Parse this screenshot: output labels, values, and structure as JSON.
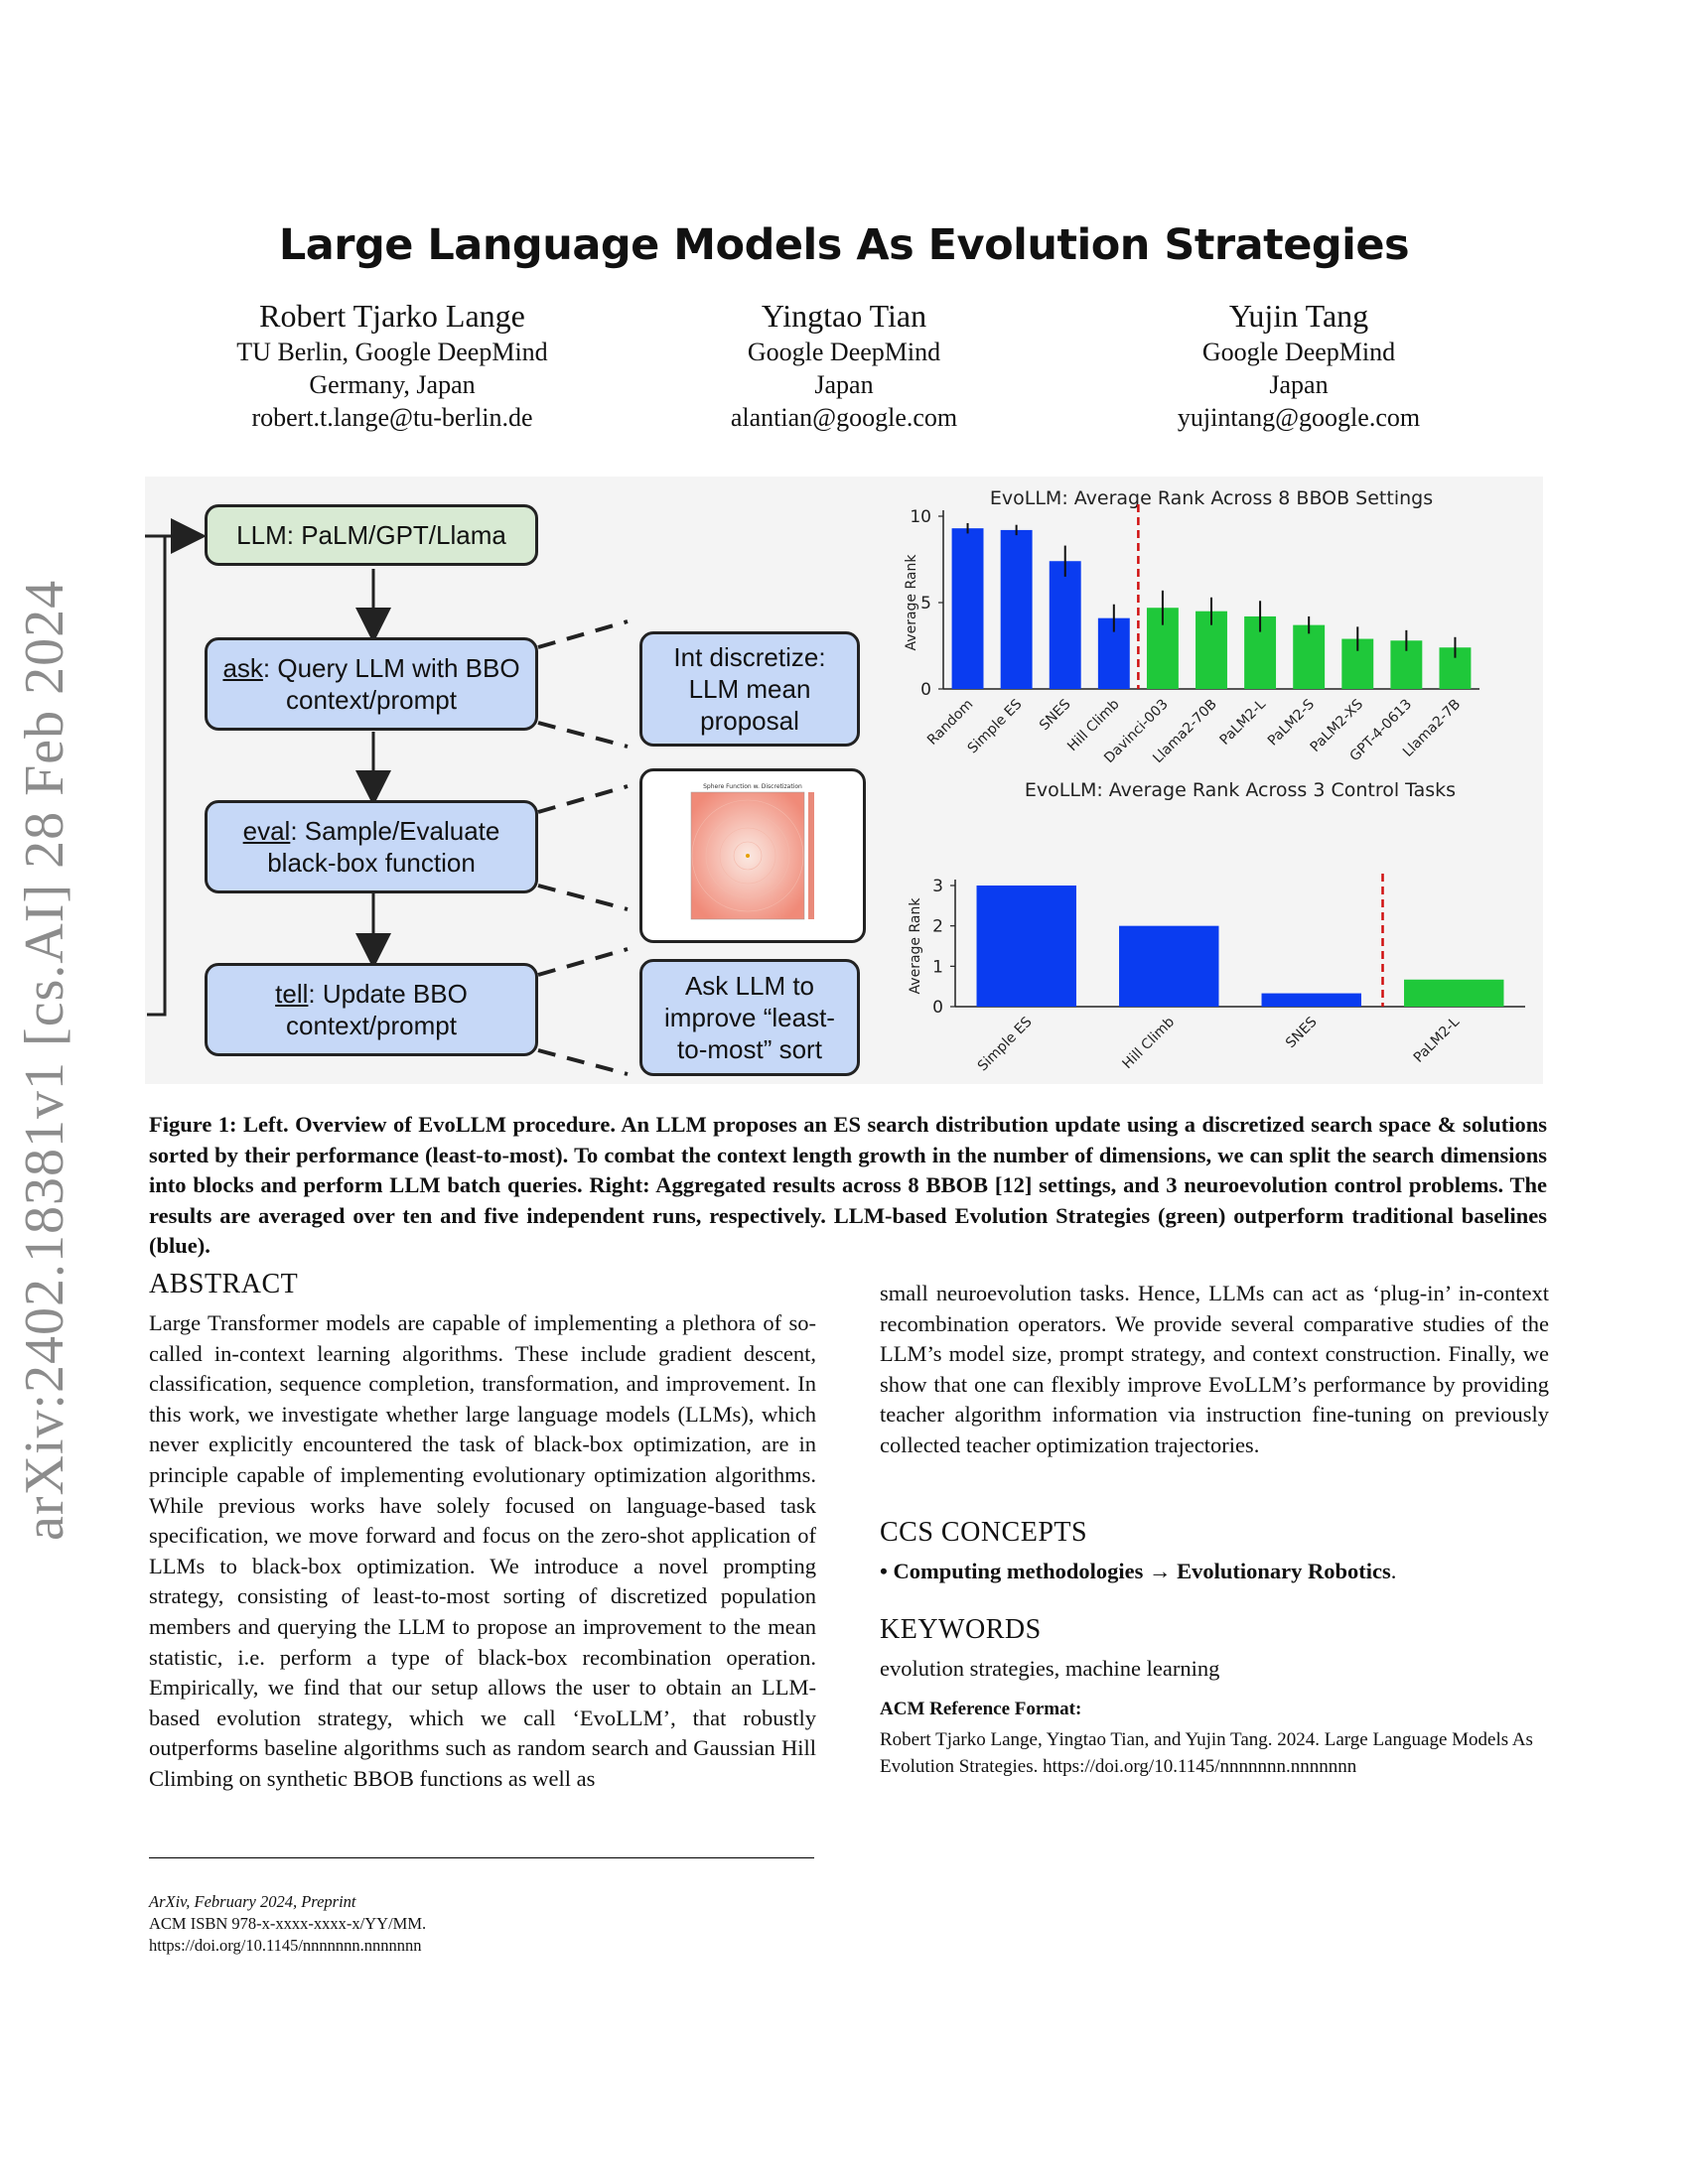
{
  "sidebar_stamp": "arXiv:2402.18381v1  [cs.AI]  28 Feb 2024",
  "title": "Large Language Models As Evolution Strategies",
  "authors": [
    {
      "name": "Robert Tjarko Lange",
      "affiliation": "TU Berlin, Google DeepMind",
      "country": "Germany, Japan",
      "email": "robert.t.lange@tu-berlin.de"
    },
    {
      "name": "Yingtao Tian",
      "affiliation": "Google DeepMind",
      "country": "Japan",
      "email": "alantian@google.com"
    },
    {
      "name": "Yujin Tang",
      "affiliation": "Google DeepMind",
      "country": "Japan",
      "email": "yujintang@google.com"
    }
  ],
  "diagram": {
    "llm_box": "LLM: PaLM/GPT/Llama",
    "ask_keyword": "ask",
    "ask_text": ": Query LLM with BBO context/prompt",
    "eval_keyword": "eval",
    "eval_text": ": Sample/Evaluate black-box function",
    "tell_keyword": "tell",
    "tell_text": ": Update BBO context/prompt",
    "side_box_1": "Int discretize: LLM mean proposal",
    "side_box_3": "Ask LLM to improve “least-to-most” sort",
    "heatmap_title": "Sphere Function w. Discretization",
    "heatmap_colors": [
      "#f08a78",
      "#fbe9e2"
    ]
  },
  "chart_data": [
    {
      "type": "bar",
      "title": "EvoLLM: Average Rank Across 8 BBOB Settings",
      "ylabel": "Average Rank",
      "categories": [
        "Random",
        "Simple ES",
        "SNES",
        "Hill Climb",
        "Davinci-003",
        "Llama2-70B",
        "PaLM2-L",
        "PaLM2-S",
        "PaLM2-XS",
        "GPT-4-0613",
        "Llama2-7B"
      ],
      "values": [
        9.3,
        9.2,
        7.4,
        4.1,
        4.7,
        4.5,
        4.2,
        3.7,
        2.9,
        2.8,
        2.4
      ],
      "errors": [
        0.3,
        0.3,
        0.9,
        0.8,
        1.0,
        0.8,
        0.9,
        0.5,
        0.7,
        0.6,
        0.6
      ],
      "colors": [
        "#0a3cf0",
        "#0a3cf0",
        "#0a3cf0",
        "#0a3cf0",
        "#1fc83a",
        "#1fc83a",
        "#1fc83a",
        "#1fc83a",
        "#1fc83a",
        "#1fc83a",
        "#1fc83a"
      ],
      "yticks": [
        "0",
        "5",
        "10"
      ],
      "ylim": [
        0,
        10
      ],
      "divider_after_index": 3
    },
    {
      "type": "bar",
      "title": "EvoLLM: Average Rank Across 3 Control Tasks",
      "ylabel": "Average Rank",
      "categories": [
        "Simple ES",
        "Hill Climb",
        "SNES",
        "PaLM2-L"
      ],
      "values": [
        3.0,
        2.0,
        0.33,
        0.67
      ],
      "colors": [
        "#0a3cf0",
        "#0a3cf0",
        "#0a3cf0",
        "#1fc83a"
      ],
      "yticks": [
        "0",
        "1",
        "2",
        "3"
      ],
      "ylim": [
        0,
        3
      ],
      "divider_after_index": 2
    }
  ],
  "figure_caption": "Figure 1: Left. Overview of EvoLLM procedure. An LLM proposes an ES search distribution update using a discretized search space & solutions sorted by their performance (least-to-most). To combat the context length growth in the number of dimensions, we can split the search dimensions into blocks and perform LLM batch queries. Right: Aggregated results across 8 BBOB [12] settings, and 3 neuroevolution control problems. The results are averaged over ten and five independent runs, respectively. LLM-based Evolution Strategies (green) outperform traditional baselines (blue).",
  "abstract_heading": "ABSTRACT",
  "abstract_left": "Large Transformer models are capable of implementing a plethora of so-called in-context learning algorithms. These include gradient descent, classification, sequence completion, transformation, and improvement. In this work, we investigate whether large language models (LLMs), which never explicitly encountered the task of black-box optimization, are in principle capable of implementing evolutionary optimization algorithms. While previous works have solely focused on language-based task specification, we move forward and focus on the zero-shot application of LLMs to black-box optimization. We introduce a novel prompting strategy, consisting of least-to-most sorting of discretized population members and querying the LLM to propose an improvement to the mean statistic, i.e. perform a type of black-box recombination operation. Empirically, we find that our setup allows the user to obtain an LLM-based evolution strategy, which we call ‘EvoLLM’, that robustly outperforms baseline algorithms such as random search and Gaussian Hill Climbing on synthetic BBOB functions as well as",
  "abstract_right": "small neuroevolution tasks. Hence, LLMs can act as ‘plug-in’ in-context recombination operators. We provide several comparative studies of the LLM’s model size, prompt strategy, and context construction. Finally, we show that one can flexibly improve EvoLLM’s performance by providing teacher algorithm information via instruction fine-tuning on previously collected teacher optimization trajectories.",
  "ccs_heading": "CCS CONCEPTS",
  "ccs_bullet": "• Computing methodologies → Evolutionary Robotics",
  "ccs_period": ".",
  "keywords_heading": "KEYWORDS",
  "keywords": "evolution strategies, machine learning",
  "ref_heading": "ACM Reference Format:",
  "ref_text": "Robert Tjarko Lange, Yingtao Tian, and Yujin Tang. 2024. Large Language Models As Evolution Strategies. https://doi.org/10.1145/nnnnnnn.nnnnnnn",
  "footnote_venue": "ArXiv, February 2024, Preprint",
  "footnote_isbn": "ACM ISBN 978-x-xxxx-xxxx-x/YY/MM.",
  "footnote_doi": "https://doi.org/10.1145/nnnnnnn.nnnnnnn"
}
